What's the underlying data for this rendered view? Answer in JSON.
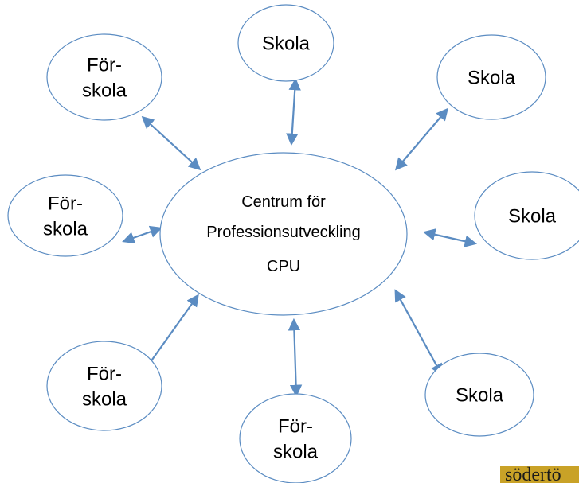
{
  "colors": {
    "node_stroke": "#5b8cc2",
    "arrow": "#5b8cc2",
    "logo_bg": "#c9a227"
  },
  "center": {
    "lines": [
      "Centrum för",
      "Professionsutveckling",
      "CPU"
    ]
  },
  "nodes": [
    {
      "id": "skola-top",
      "lines": [
        "Skola"
      ]
    },
    {
      "id": "skola-upper-right",
      "lines": [
        "Skola"
      ]
    },
    {
      "id": "skola-right",
      "lines": [
        "Skola"
      ]
    },
    {
      "id": "skola-lower-right",
      "lines": [
        "Skola"
      ]
    },
    {
      "id": "forskola-bottom",
      "lines": [
        "För-",
        "skola"
      ]
    },
    {
      "id": "forskola-lower-left",
      "lines": [
        "För-",
        "skola"
      ]
    },
    {
      "id": "forskola-left",
      "lines": [
        "För-",
        "skola"
      ]
    },
    {
      "id": "forskola-upper-left",
      "lines": [
        "För-",
        "skola"
      ]
    }
  ],
  "logo": {
    "text": "södertö"
  }
}
